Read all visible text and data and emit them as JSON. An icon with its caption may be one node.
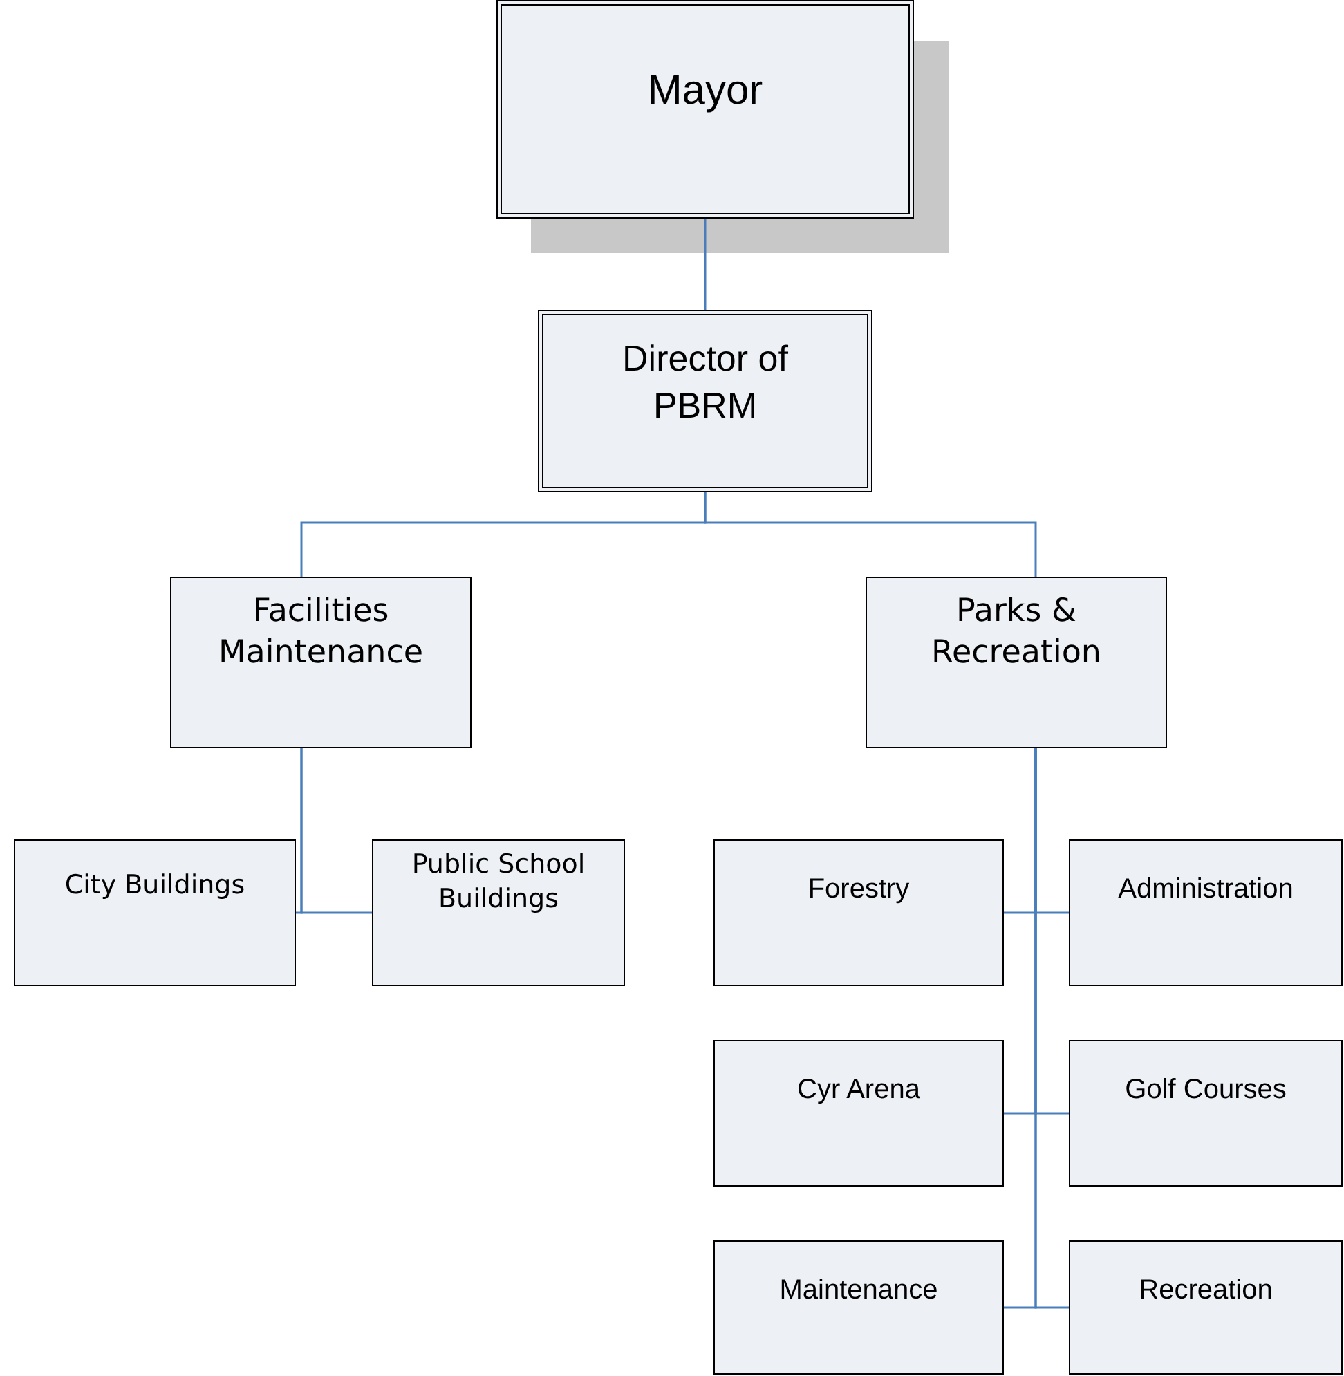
{
  "diagram": {
    "nodes": [
      {
        "text": [
          "Mayor"
        ]
      },
      {
        "text": [
          "Director of PBRM"
        ]
      },
      {
        "text": [
          "Facilities Maintenance"
        ]
      },
      {
        "text": [
          "Parks & Recreation"
        ]
      },
      {
        "text": [
          "City Buildings"
        ]
      },
      {
        "text": [
          "Public School Buildings"
        ]
      },
      {
        "text": [
          "Forestry"
        ]
      },
      {
        "text": [
          "Administration"
        ]
      },
      {
        "text": [
          "Cyr Arena"
        ]
      },
      {
        "text": [
          "Golf Courses"
        ]
      },
      {
        "text": [
          "Maintenance"
        ]
      },
      {
        "text": [
          "Recreation"
        ]
      }
    ],
    "edges": [
      {
        "from": 0,
        "to": 1,
        "arrow": "none"
      },
      {
        "from": 1,
        "to": 2,
        "arrow": "none"
      },
      {
        "from": 1,
        "to": 3,
        "arrow": "none"
      },
      {
        "from": 2,
        "to": 4,
        "arrow": "none"
      },
      {
        "from": 2,
        "to": 5,
        "arrow": "none"
      },
      {
        "from": 3,
        "to": 6,
        "arrow": "none"
      },
      {
        "from": 3,
        "to": 7,
        "arrow": "none"
      },
      {
        "from": 3,
        "to": 8,
        "arrow": "none"
      },
      {
        "from": 3,
        "to": 9,
        "arrow": "none"
      },
      {
        "from": 3,
        "to": 10,
        "arrow": "none"
      },
      {
        "from": 3,
        "to": 11,
        "arrow": "none"
      }
    ]
  }
}
